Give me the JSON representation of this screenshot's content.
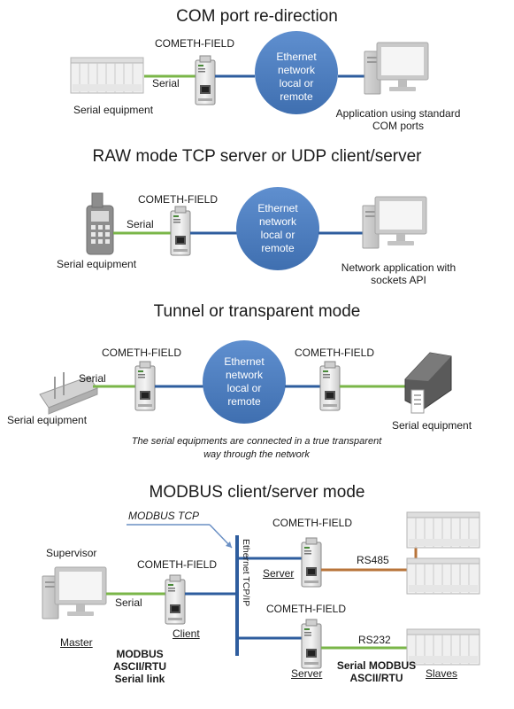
{
  "sections": [
    {
      "title": "COM port re-direction",
      "device_label": "COMETH-FIELD",
      "link_label": "Serial",
      "network_label": "Ethernet network local or remote",
      "left_label": "Serial equipment",
      "right_label": "Application using standard COM ports"
    },
    {
      "title": "RAW mode TCP server or UDP client/server",
      "device_label": "COMETH-FIELD",
      "link_label": "Serial",
      "network_label": "Ethernet network local or remote",
      "left_label": "Serial equipment",
      "right_label": "Network application with sockets API"
    },
    {
      "title": "Tunnel or transparent mode",
      "device_label_left": "COMETH-FIELD",
      "device_label_right": "COMETH-FIELD",
      "link_label": "Serial",
      "network_label": "Ethernet network local or remote",
      "left_label": "Serial equipment",
      "right_label": "Serial equipment",
      "note": "The serial equipments are connected in a true transparent way through the network"
    },
    {
      "title": "MODBUS client/server mode",
      "protocol_label": "MODBUS TCP",
      "supervisor_label": "Supervisor",
      "master_label": "Master",
      "client_device_label": "COMETH-FIELD",
      "client_role": "Client",
      "link_label": "Serial",
      "serial_link_label": "MODBUS ASCII/RTU Serial link",
      "bus_label": "Ethernet TCP/IP",
      "server_top_device_label": "COMETH-FIELD",
      "server_top_role": "Server",
      "rs485_label": "RS485",
      "server_bottom_device_label": "COMETH-FIELD",
      "server_bottom_role": "Server",
      "rs232_label": "RS232",
      "serial_modbus_label": "Serial MODBUS ASCII/RTU",
      "slaves_label": "Slaves"
    }
  ],
  "colors": {
    "network_cloud": "#4f7fbf",
    "ethernet_line": "#2e5d9e",
    "serial_line": "#7ab648",
    "rs485_line": "#b8743a"
  },
  "icons": {
    "gateway": "gateway-device-icon",
    "computer": "desktop-computer-icon",
    "plc": "plc-rack-icon",
    "terminal": "handheld-terminal-icon",
    "printer": "label-printer-icon",
    "industrial": "industrial-equipment-icon"
  }
}
